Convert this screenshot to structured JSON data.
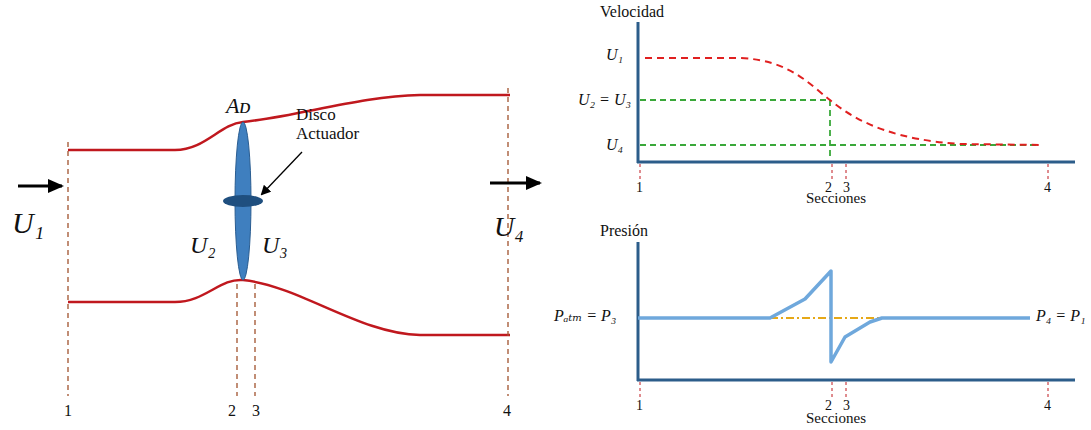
{
  "diagram": {
    "labels": [
      "U₁",
      "Aᴅ",
      "Disco Actuador",
      "U₂",
      "U₃",
      "U₄",
      "1",
      "2",
      "3",
      "4",
      "Velocidad",
      "U₁",
      "U₂ = U₃",
      "U₄",
      "1",
      "2",
      "3",
      "4",
      "Secciones",
      "Presión",
      "Pₐₜₘ = P₃",
      "P₄ = P₁",
      "1",
      "2",
      "3",
      "4",
      "Secciones"
    ]
  }
}
